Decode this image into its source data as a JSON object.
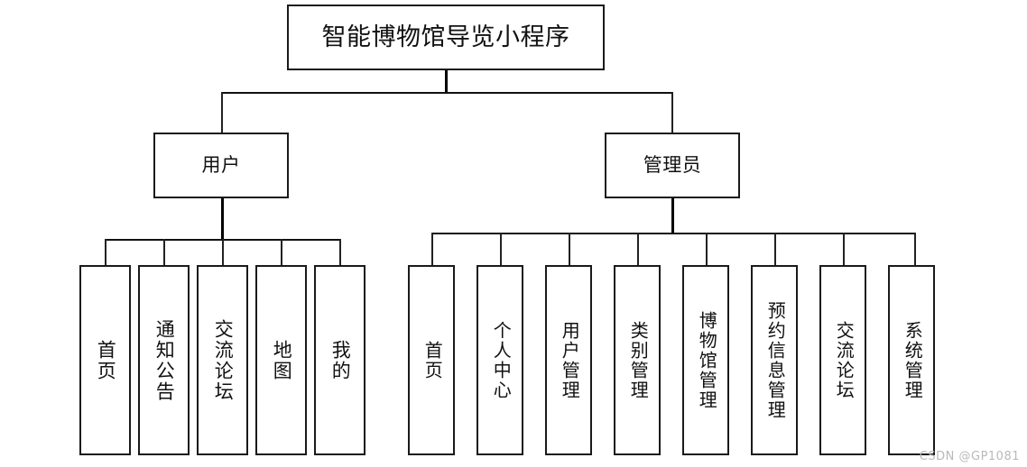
{
  "diagram": {
    "type": "tree-hierarchy-chart",
    "title": "智能博物馆导览小程序",
    "watermark": "CSDN @GP1081",
    "root": {
      "label": "智能博物馆导览小程序"
    },
    "branches": [
      {
        "id": "user",
        "label": "用户",
        "leaves": [
          {
            "label": "首页"
          },
          {
            "label": "通知公告"
          },
          {
            "label": "交流论坛"
          },
          {
            "label": "地图"
          },
          {
            "label": "我的"
          }
        ]
      },
      {
        "id": "admin",
        "label": "管理员",
        "leaves": [
          {
            "label": "首页"
          },
          {
            "label": "个人中心"
          },
          {
            "label": "用户管理"
          },
          {
            "label": "类别管理"
          },
          {
            "label": "博物馆管理"
          },
          {
            "label": "预约信息管理"
          },
          {
            "label": "交流论坛"
          },
          {
            "label": "系统管理"
          }
        ]
      }
    ],
    "colors": {
      "background": "#ffffff",
      "line": "#111111",
      "text": "#111111",
      "watermark": "#b9b9b9"
    }
  }
}
